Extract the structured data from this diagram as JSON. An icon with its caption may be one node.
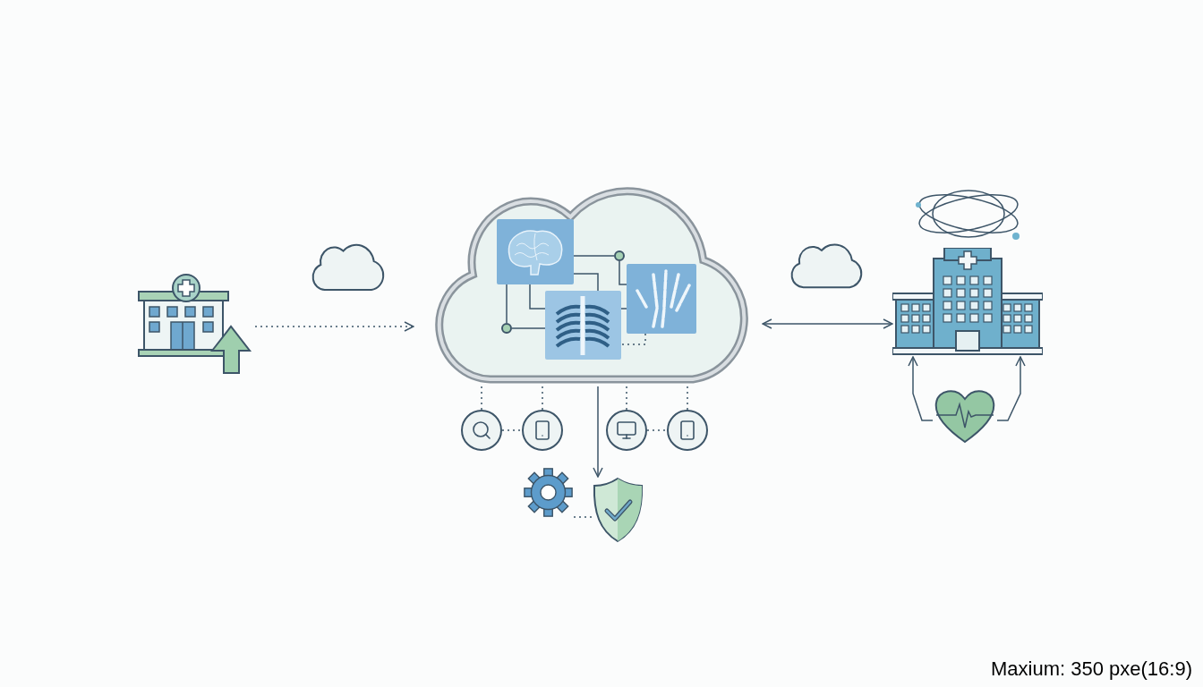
{
  "diagram": {
    "nodes": [
      {
        "text": [],
        "shape": "picture"
      },
      {
        "text": [],
        "shape": "cloud"
      },
      {
        "text": [],
        "shape": "cloud"
      },
      {
        "text": [],
        "shape": "picture",
        "in": 2
      },
      {
        "text": [],
        "shape": "picture",
        "in": 2
      },
      {
        "text": [],
        "shape": "picture",
        "in": 2
      },
      {
        "text": [],
        "shape": "circle",
        "in": 2
      },
      {
        "text": [],
        "shape": "circle",
        "in": 2
      },
      {
        "text": [],
        "shape": "circle"
      },
      {
        "text": [],
        "shape": "circle"
      },
      {
        "text": [],
        "shape": "circle"
      },
      {
        "text": [],
        "shape": "circle"
      },
      {
        "text": [],
        "shape": "picture"
      },
      {
        "text": [],
        "shape": "picture"
      },
      {
        "text": [],
        "shape": "cloud"
      },
      {
        "text": [],
        "shape": "orbit"
      },
      {
        "text": [],
        "shape": "picture"
      },
      {
        "text": [],
        "shape": "picture"
      }
    ],
    "edges": [
      {
        "from": 0,
        "to": 2,
        "arrow": "to",
        "style": "dashed"
      },
      {
        "from": 2,
        "to": 16,
        "arrow": "both"
      },
      {
        "from": 2,
        "to": 13,
        "arrow": "to"
      },
      {
        "from": 2,
        "to": 8,
        "arrow": "none",
        "style": "dashed"
      },
      {
        "from": 2,
        "to": 9,
        "arrow": "none",
        "style": "dashed"
      },
      {
        "from": 2,
        "to": 10,
        "arrow": "none",
        "style": "dashed"
      },
      {
        "from": 2,
        "to": 11,
        "arrow": "none",
        "style": "dashed"
      },
      {
        "from": 8,
        "to": 9,
        "arrow": "none",
        "style": "dashed"
      },
      {
        "from": 10,
        "to": 11,
        "arrow": "none",
        "style": "dashed"
      },
      {
        "from": 12,
        "to": 13,
        "arrow": "none",
        "style": "dashed"
      },
      {
        "from": 17,
        "to": 16,
        "arrow": "to"
      },
      {
        "from": 17,
        "to": 16,
        "arrow": "to"
      },
      {
        "from": 3,
        "to": 7,
        "arrow": "none"
      },
      {
        "from": 7,
        "to": 5,
        "arrow": "none"
      },
      {
        "from": 3,
        "to": 6,
        "arrow": "none"
      },
      {
        "from": 6,
        "to": 4,
        "arrow": "none"
      },
      {
        "from": 3,
        "to": 4,
        "arrow": "none"
      },
      {
        "from": 3,
        "to": 4,
        "arrow": "none"
      },
      {
        "from": 4,
        "to": 5,
        "arrow": "none"
      },
      {
        "from": 5,
        "to": 4,
        "arrow": "none",
        "style": "dashed"
      }
    ],
    "labels": [
      "Maxium: 350 pxe(16:9)"
    ]
  }
}
